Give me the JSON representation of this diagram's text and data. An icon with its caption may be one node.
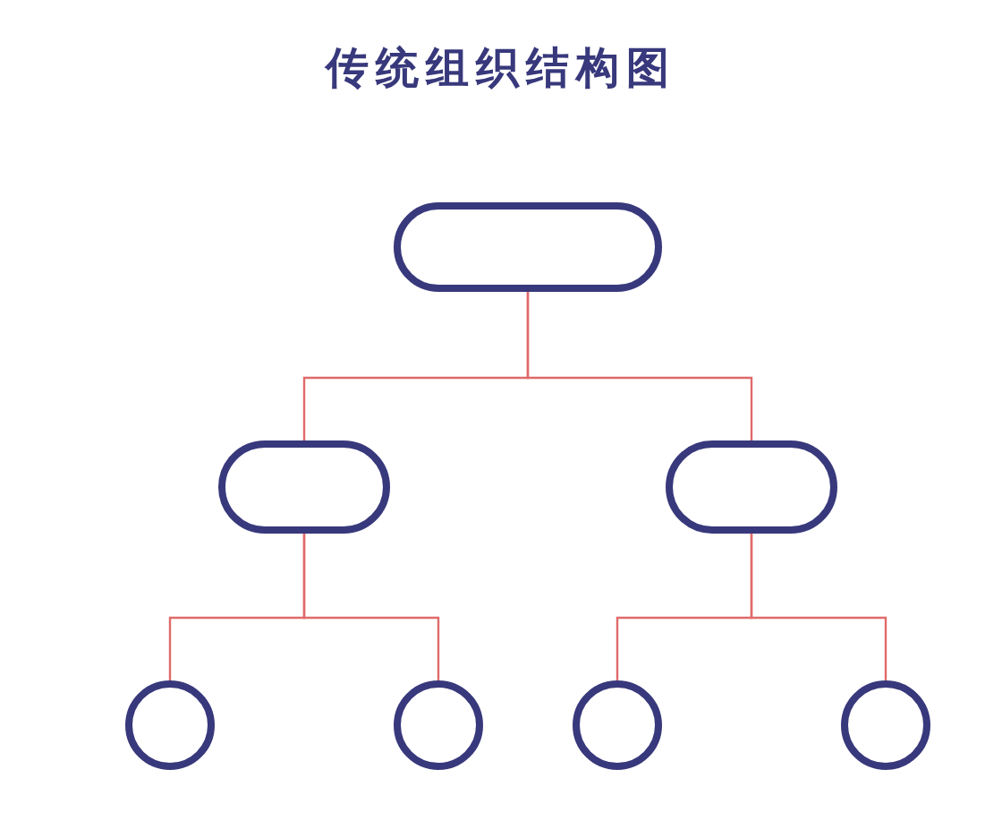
{
  "diagram": {
    "title": "传统组织结构图",
    "nodes": [
      {
        "text": [],
        "shape": "box"
      },
      {
        "text": [],
        "shape": "box"
      },
      {
        "text": [],
        "shape": "box"
      },
      {
        "text": [],
        "shape": "circle"
      },
      {
        "text": [],
        "shape": "circle"
      },
      {
        "text": [],
        "shape": "circle"
      },
      {
        "text": [],
        "shape": "circle"
      }
    ],
    "edges": [
      {
        "from": 0,
        "to": 1,
        "arrow": "none"
      },
      {
        "from": 0,
        "to": 2,
        "arrow": "none"
      },
      {
        "from": 1,
        "to": 3,
        "arrow": "none"
      },
      {
        "from": 1,
        "to": 4,
        "arrow": "none"
      },
      {
        "from": 2,
        "to": 5,
        "arrow": "none"
      },
      {
        "from": 2,
        "to": 6,
        "arrow": "none"
      }
    ]
  }
}
